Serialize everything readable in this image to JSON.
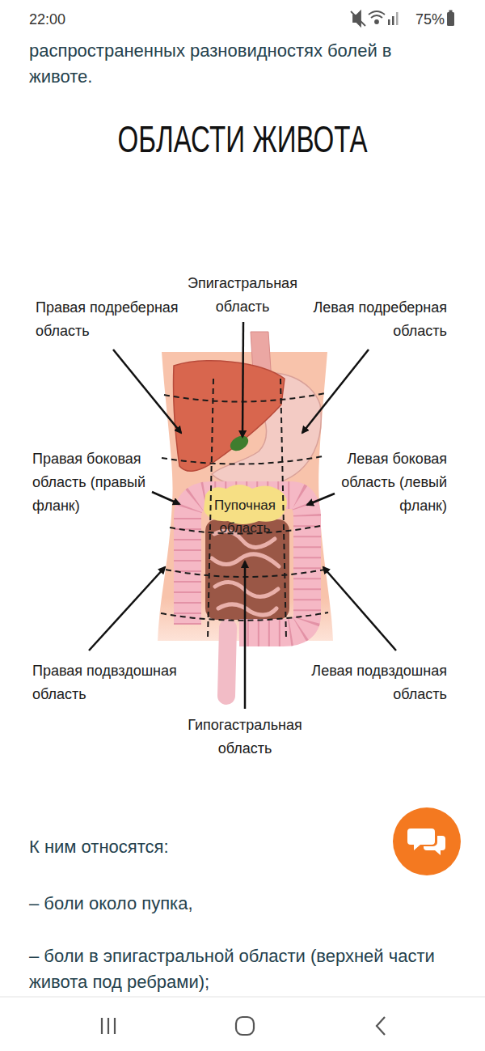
{
  "diagram": {
    "title": "ОБЛАСТИ ЖИВОТА",
    "labels": [
      "22:00",
      "75%",
      "распространенных разновидностях болей в животе.",
      "Эпигастральная область",
      "Правая подреберная область",
      "Левая подреберная область",
      "Правая боковая область (правый фланк)",
      "Пупочная область",
      "Левая боковая область (левый фланк)",
      "Правая подвздошная область",
      "Левая подвздошная область",
      "Гипогастральная область",
      "К ним относятся:",
      "– боли около пупка,",
      "– боли в эпигастральной области (верхней части живота под ребрами);"
    ]
  }
}
